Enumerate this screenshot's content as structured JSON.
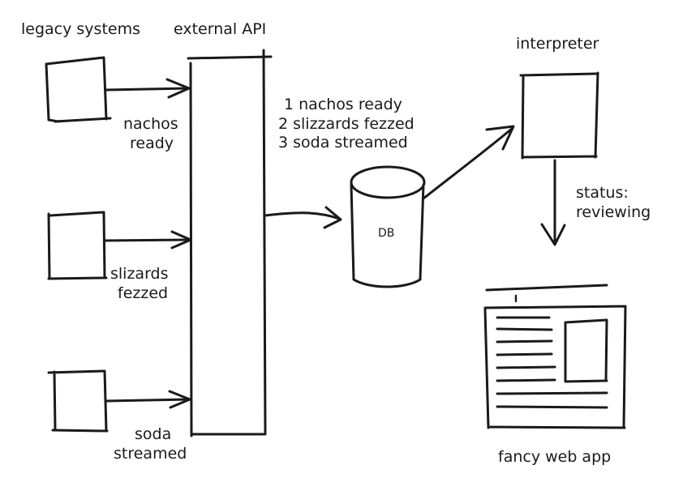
{
  "labels": {
    "legacy_systems": "legacy systems",
    "external_api": "external API",
    "interpreter": "interpreter",
    "db": "DB",
    "fancy_web_app": "fancy web app"
  },
  "events": {
    "nachos": [
      "nachos",
      "ready"
    ],
    "slizards": [
      "slizards",
      "fezzed"
    ],
    "soda": [
      "soda",
      "streamed"
    ]
  },
  "queue": [
    "1 nachos ready",
    "2 slizzards fezzed",
    "3 soda streamed"
  ],
  "status": [
    "status:",
    "reviewing"
  ]
}
